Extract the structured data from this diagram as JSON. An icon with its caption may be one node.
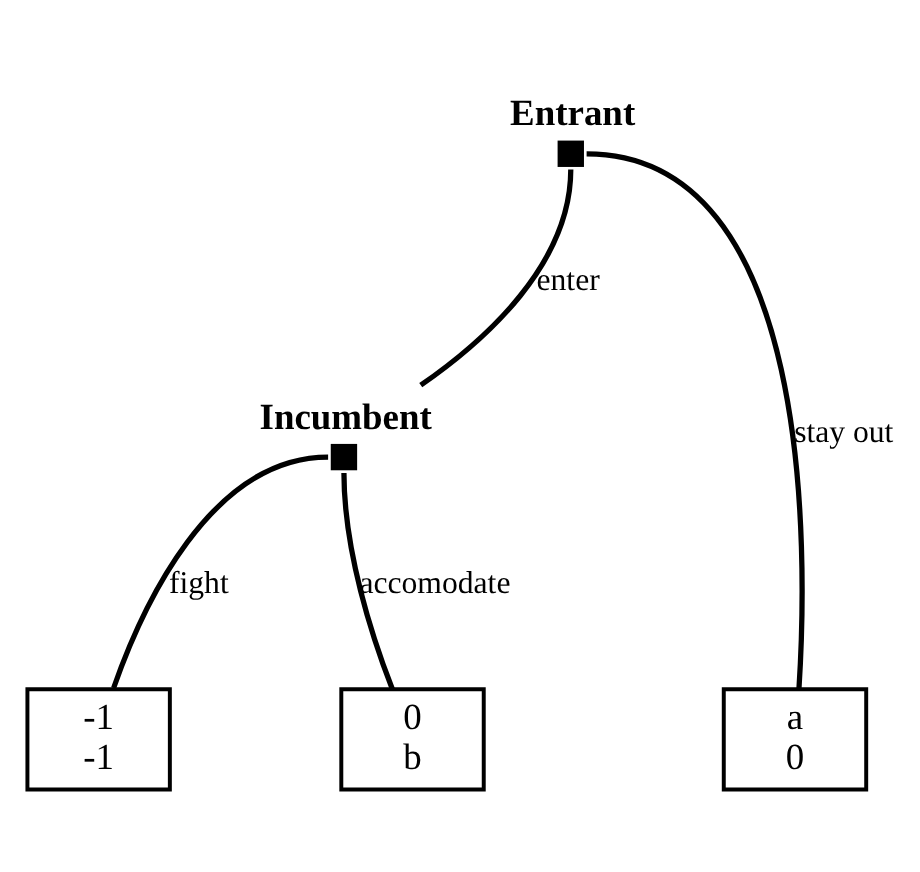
{
  "diagram": {
    "nodes": [
      {
        "text": [
          "Entrant"
        ]
      },
      {
        "text": [
          "Incumbent"
        ]
      },
      {
        "text": [
          "-1",
          "-1"
        ]
      },
      {
        "text": [
          "0",
          "b"
        ]
      },
      {
        "text": [
          "a",
          "0"
        ]
      }
    ],
    "edges": [
      {
        "from": 0,
        "to": 1,
        "arrow": "none",
        "label": "enter"
      },
      {
        "from": 0,
        "to": 4,
        "arrow": "none",
        "label": "stay out"
      },
      {
        "from": 1,
        "to": 2,
        "arrow": "none",
        "label": "fight"
      },
      {
        "from": 1,
        "to": 3,
        "arrow": "none",
        "label": "accomodate"
      }
    ]
  }
}
